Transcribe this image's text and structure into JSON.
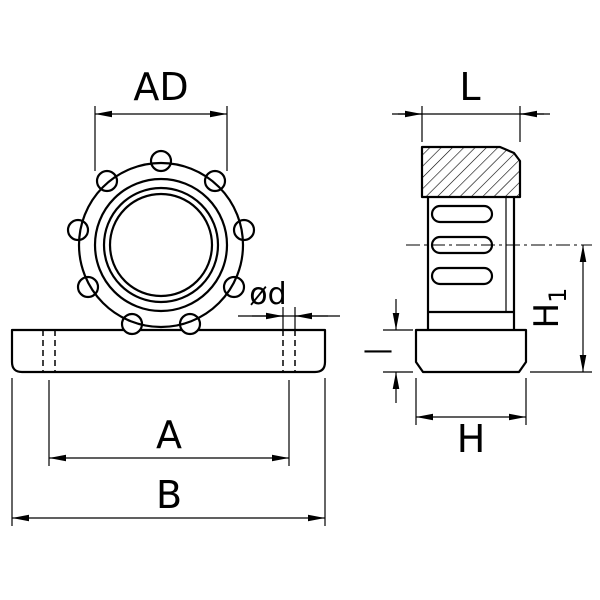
{
  "drawing": {
    "labels": {
      "ad": "AD",
      "l": "L",
      "od": "ød",
      "thickness_dash": "—",
      "h1_main": "H",
      "h1_sub": "1",
      "a": "A",
      "b": "B",
      "h": "H"
    },
    "colors": {
      "line": "#000000",
      "background": "#ffffff"
    }
  }
}
